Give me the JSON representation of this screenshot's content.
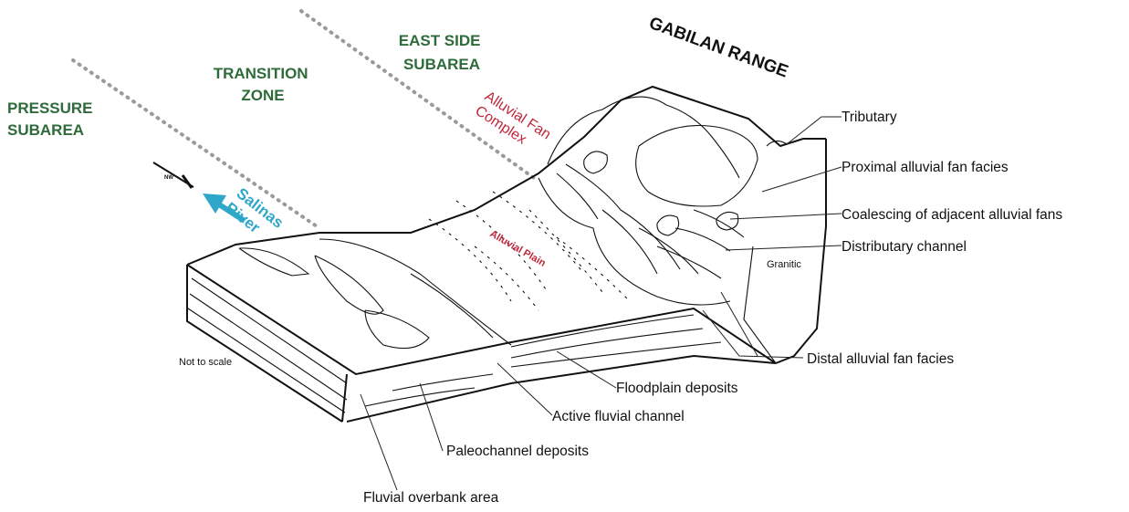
{
  "regions": {
    "pressure": [
      "PRESSURE",
      "SUBAREA"
    ],
    "transition": [
      "TRANSITION",
      "ZONE"
    ],
    "east_side": [
      "EAST SIDE",
      "SUBAREA"
    ],
    "range": "GABILAN RANGE"
  },
  "features": {
    "alluvial_fan_complex": [
      "Alluvial Fan",
      "Complex"
    ],
    "alluvial_plain": "Alluvial Plain",
    "river": [
      "Salinas",
      "River"
    ],
    "compass": "NW",
    "granitic": "Granitic",
    "scale_note": "Not to scale"
  },
  "callouts": {
    "tributary": "Tributary",
    "proximal": "Proximal alluvial fan facies",
    "coalescing": "Coalescing of adjacent alluvial fans",
    "distributary": "Distributary channel",
    "distal": "Distal alluvial fan facies",
    "floodplain": "Floodplain deposits",
    "active_channel": "Active fluvial channel",
    "paleochannel": "Paleochannel deposits",
    "overbank": "Fluvial overbank area"
  },
  "colors": {
    "region_labels": "#2e6b3a",
    "fan_labels": "#c0283a",
    "river_arrow": "#2fa7c9",
    "divider_dots": "#9a9a9a"
  }
}
